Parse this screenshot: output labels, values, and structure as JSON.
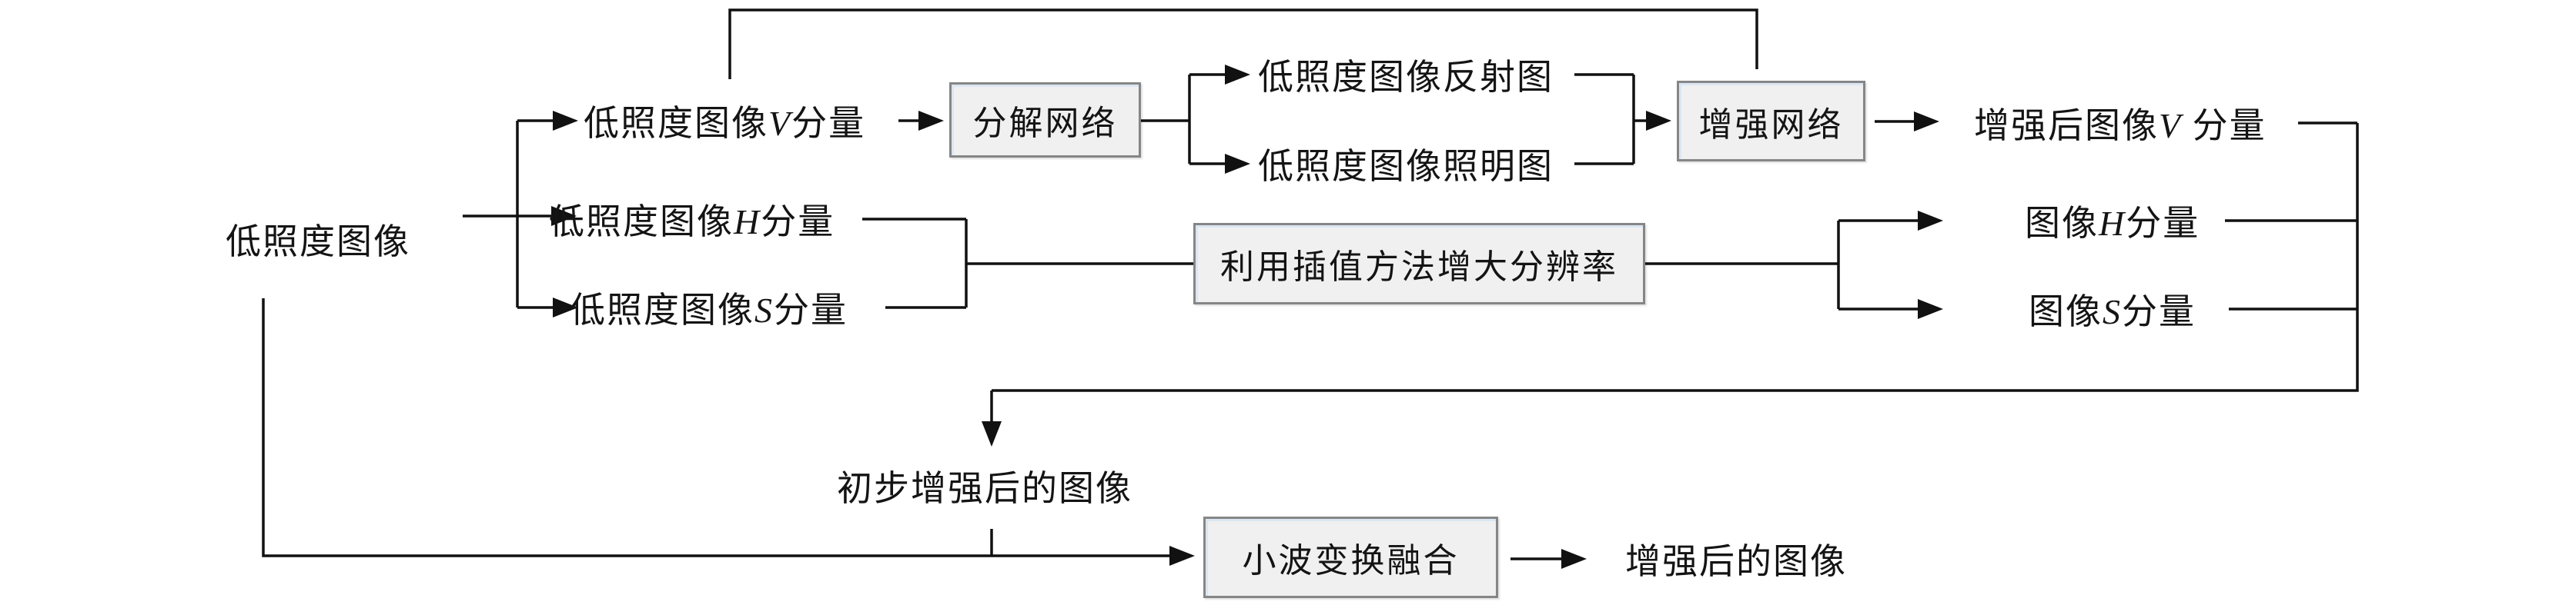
{
  "diagram": {
    "description": "低照度图像增强流程图",
    "nodes": {
      "low_image": {
        "label": "低照度图像"
      },
      "v_component": {
        "pre": "低照度图像",
        "var": "V",
        "post": "分量"
      },
      "h_component": {
        "pre": "低照度图像",
        "var": "H",
        "post": "分量"
      },
      "s_component": {
        "pre": "低照度图像",
        "var": "S",
        "post": "分量"
      },
      "decompose_net": {
        "label": "分解网络"
      },
      "reflect_map": {
        "label": "低照度图像反射图"
      },
      "illumination_map": {
        "label": "低照度图像照明图"
      },
      "enhance_net": {
        "label": "增强网络"
      },
      "enhanced_v": {
        "pre": "增强后图像",
        "var": "V",
        "post": " 分量"
      },
      "interpolation": {
        "label": "利用插值方法增大分辨率"
      },
      "image_h": {
        "pre": "图像",
        "var": "H",
        "post": "分量"
      },
      "image_s": {
        "pre": "图像",
        "var": "S",
        "post": "分量"
      },
      "prelim_image": {
        "label": "初步增强后的图像"
      },
      "wavelet_fusion": {
        "label": "小波变换融合"
      },
      "final_image": {
        "label": "增强后的图像"
      }
    },
    "colors": {
      "background": "#ffffff",
      "line": "#111111",
      "box_fill": "#f0f0f0",
      "box_border": "#868686",
      "box_inner_tint": "#cde0f3",
      "text": "#141414"
    }
  }
}
